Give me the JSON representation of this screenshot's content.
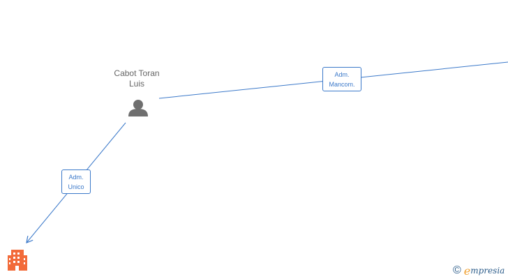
{
  "person": {
    "name_line1": "Cabot Toran",
    "name_line2": "Luis"
  },
  "edges": [
    {
      "line1": "Adm.",
      "line2": "Mancom."
    },
    {
      "line1": "Adm.",
      "line2": "Unico"
    }
  ],
  "watermark": {
    "copyright": "©",
    "brand_initial": "e",
    "brand_rest": "mpresia"
  },
  "colors": {
    "edge": "#3a78c9",
    "person_icon": "#6f6f6f",
    "company_icon": "#f26b3a",
    "label_text": "#666666"
  },
  "icons": {
    "person": "person-icon",
    "company": "building-icon"
  }
}
